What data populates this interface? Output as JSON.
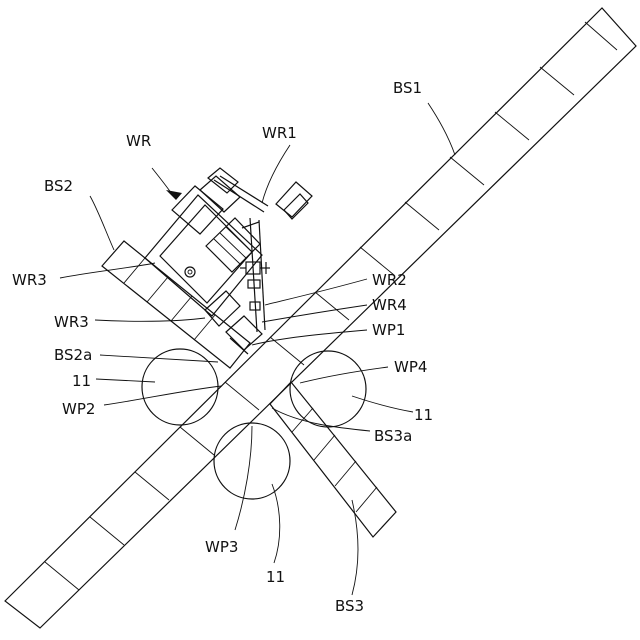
{
  "labels": {
    "BS1": "BS1",
    "WR": "WR",
    "WR1": "WR1",
    "BS2": "BS2",
    "WR3_upper": "WR3",
    "WR2": "WR2",
    "WR4": "WR4",
    "WR3_lower": "WR3",
    "WP1": "WP1",
    "BS2a": "BS2a",
    "WP4": "WP4",
    "roll_left": "11",
    "WP2": "WP2",
    "roll_right": "11",
    "BS3a": "BS3a",
    "WP3": "WP3",
    "roll_bottom": "11",
    "BS3": "BS3"
  },
  "colors": {
    "line": "#111111",
    "background": "#ffffff"
  }
}
